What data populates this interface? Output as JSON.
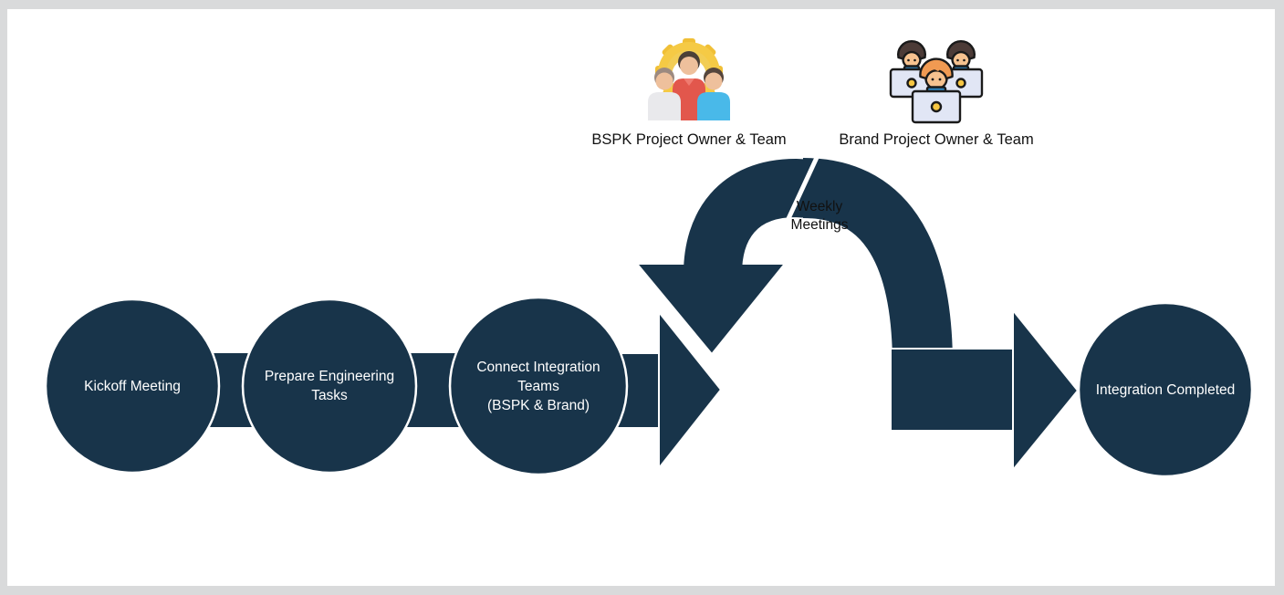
{
  "diagram": {
    "steps": [
      {
        "label": "Kickoff Meeting"
      },
      {
        "label": "Prepare Engineering Tasks"
      },
      {
        "label": "Connect Integration Teams",
        "sublabel": "(BSPK & Brand)"
      },
      {
        "label": "Integration Completed"
      }
    ],
    "loop": {
      "line1": "Weekly",
      "line2": "Meetings"
    },
    "teams": [
      {
        "label": "BSPK Project Owner & Team",
        "icon": "gear-team-icon"
      },
      {
        "label": "Brand Project Owner & Team",
        "icon": "laptop-team-icon"
      }
    ],
    "colors": {
      "shape_navy": "#18344a",
      "canvas_white": "#ffffff",
      "frame_gray": "#d9dadb",
      "gear_yellow": "#f5ca45",
      "shirt_red": "#e2574c",
      "shirt_blue": "#49b9e9",
      "shirt_gray": "#e9e9ec",
      "hair_orange": "#f09a52",
      "hair_brown": "#4c3b37",
      "laptop_gray": "#e1e6f5",
      "dot_yellow": "#f6c642",
      "skin": "#eec09c"
    }
  }
}
